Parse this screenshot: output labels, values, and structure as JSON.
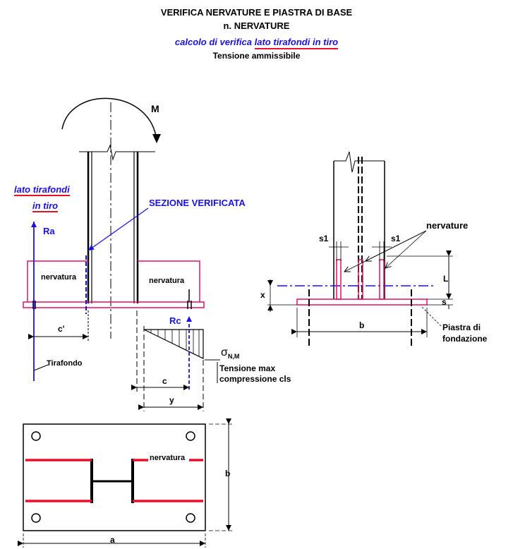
{
  "title": {
    "line1": "VERIFICA NERVATURE E PIASTRA DI BASE",
    "line2": "n. NERVATURE",
    "line3_prefix": "calcolo di verifica",
    "line3_underlined": "lato tirafondi in tiro",
    "line4": "Tensione ammissibile"
  },
  "left_view": {
    "moment": "M",
    "side_label_line1": "lato tirafondi",
    "side_label_line2": "in tiro",
    "section_label": "SEZIONE VERIFICATA",
    "force_a": "Ra",
    "force_c": "Rc",
    "rib_left": "nervatura",
    "rib_right": "nervatura",
    "dim_c_prime": "c'",
    "anchor_label": "Tirafondo",
    "stress_symbol": "σ",
    "stress_subscript": "N,M",
    "stress_note_line1": "Tensione max",
    "stress_note_line2": "compressione cls",
    "dim_c": "c",
    "dim_y": "y"
  },
  "right_view": {
    "ribs_label": "nervature",
    "s1_left": "s1",
    "s1_right": "s1",
    "dim_L": "L",
    "dim_x": "x",
    "dim_s": "s",
    "dim_b": "b",
    "plate_label_line1": "Piastra di",
    "plate_label_line2": "fondazione"
  },
  "plan_view": {
    "rib_label": "nervatura",
    "dim_b": "b",
    "dim_a": "a"
  },
  "colors": {
    "blue": "#1a10e0",
    "magenta": "#e0106a",
    "red": "#e8102a",
    "black": "#000000"
  }
}
